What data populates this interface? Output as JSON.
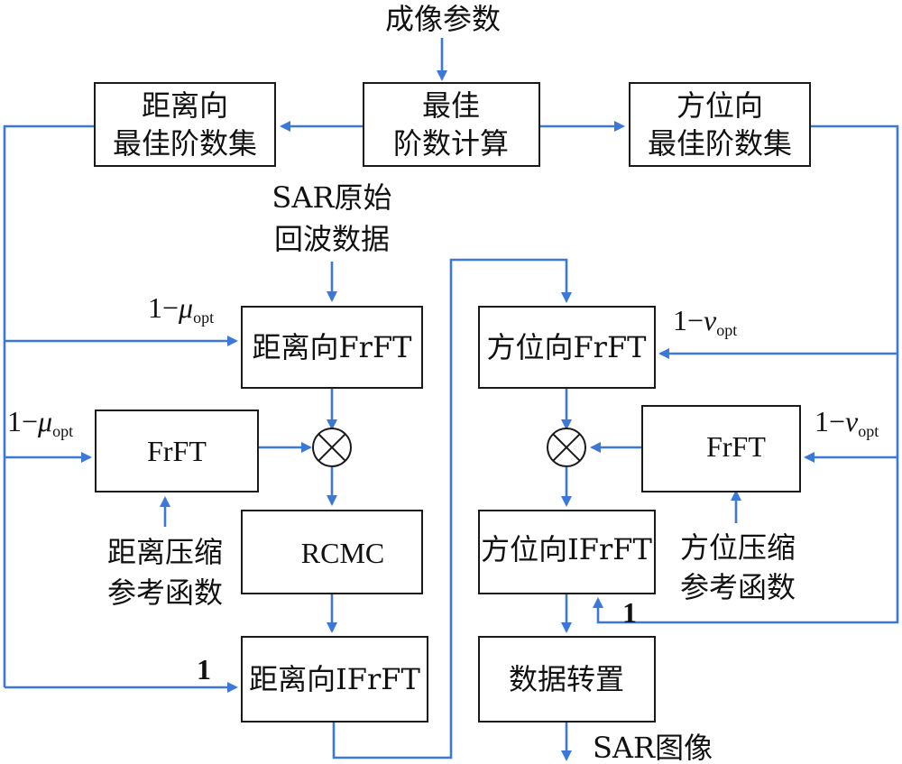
{
  "nodes": {
    "imaging_params": "成像参数",
    "range_order_set": [
      "距离向",
      "最佳阶数集"
    ],
    "optimal_order_calc": [
      "最佳",
      "阶数计算"
    ],
    "azimuth_order_set": [
      "方位向",
      "最佳阶数集"
    ],
    "sar_raw_data": [
      "SAR原始",
      "回波数据"
    ],
    "range_frft": "距离向FrFT",
    "frft_left": "FrFT",
    "range_compress_ref": [
      "距离压缩",
      "参考函数"
    ],
    "rcmc": "RCMC",
    "range_ifrft": "距离向IFrFT",
    "azimuth_frft": "方位向FrFT",
    "frft_right": "FrFT",
    "azimuth_compress_ref": [
      "方位压缩",
      "参考函数"
    ],
    "azimuth_ifrft": "方位向IFrFT",
    "data_transpose": "数据转置",
    "sar_image": "SAR图像"
  },
  "params": {
    "mu_prefix": "1−",
    "mu_symbol": "μ",
    "nu_prefix": "1−",
    "nu_symbol": "v",
    "opt_sub": "opt",
    "one": "1"
  },
  "colors": {
    "arrow": "#3b78d8",
    "box_border": "#1a1a1a"
  }
}
